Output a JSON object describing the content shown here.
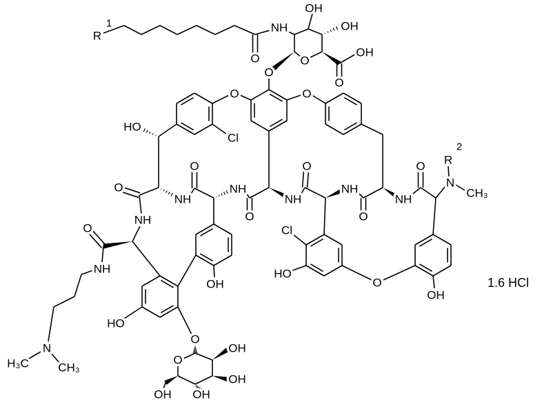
{
  "labels": {
    "r1": "R",
    "r1_sup": "1",
    "chain_o": "O",
    "sugar_nh": "NH",
    "sugar_oh_top": "OH",
    "sugar_oh_right": "OH",
    "sugar_ring_o": "O",
    "cooh_oh": "OH",
    "cooh_o": "O",
    "glyco_o": "O",
    "ether_o_left": "O",
    "ether_o_right": "O",
    "benzyl_ho": "HO",
    "cl_top": "Cl",
    "amide_o1": "O",
    "amide_o2": "O",
    "amide_o3": "O",
    "amide_o0": "O",
    "nh1": "NH",
    "nh2": "NH",
    "nh3": "NH",
    "nh4": "NH",
    "nh5": "NH",
    "r2": "R",
    "r2_sup": "2",
    "n_methyl": "N",
    "ch3_right": "CH₃",
    "amide_o_left": "O",
    "nh_left": "NH",
    "nh_amide": "NH",
    "amide_o_mid1": "O",
    "amide_o_mid2": "O",
    "cl_bottom": "Cl",
    "ho_chloro_ring": "HO",
    "ether_o_bottom": "O",
    "oh_right_ring": "OH",
    "oh_phenol": "OH",
    "ho_resorcinol": "HO",
    "o_mannose_link": "O",
    "mannose_ring_o": "O",
    "mannose_oh2": "OH",
    "mannose_oh3": "OH",
    "mannose_oh4": "OH",
    "mannose_oh6": "OH",
    "n_dimethyl": "N",
    "h3c_left": "H₃C",
    "ch3_left": "CH₃"
  },
  "salt": "1.6 HCl",
  "colors": {
    "ink": "#000000",
    "background": "#ffffff"
  }
}
